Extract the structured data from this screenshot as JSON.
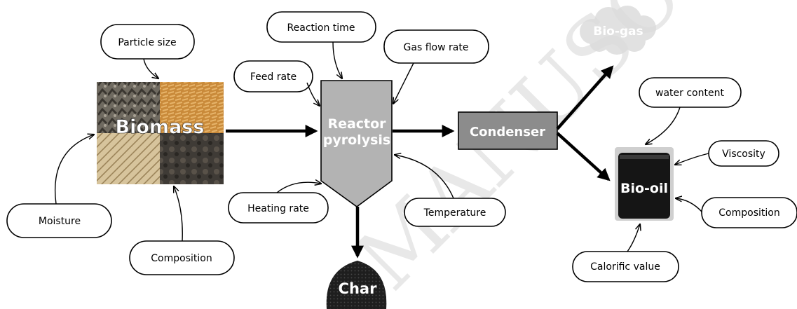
{
  "watermark": "MANUSCRIPT",
  "nodes": {
    "biomass": "Biomass",
    "reactor_line1": "Reactor",
    "reactor_line2": "pyrolysis",
    "condenser": "Condenser",
    "biogas": "Bio-gas",
    "biooil": "Bio-oil",
    "char": "Char"
  },
  "parameters": {
    "particle_size": "Particle size",
    "moisture": "Moisture",
    "composition_biomass": "Composition",
    "reaction_time": "Reaction time",
    "feed_rate": "Feed rate",
    "gas_flow_rate": "Gas flow rate",
    "heating_rate": "Heating rate",
    "temperature": "Temperature",
    "water_content": "water content",
    "viscosity": "Viscosity",
    "composition_oil": "Composition",
    "calorific_value": "Calorific value"
  },
  "colors": {
    "reactor_fill": "#b3b3b3",
    "condenser_fill": "#8c8c8c",
    "biogas_cloud": "#dcdcdc",
    "char_fill": "#1e1e1e",
    "oil_fill": "#151515"
  }
}
